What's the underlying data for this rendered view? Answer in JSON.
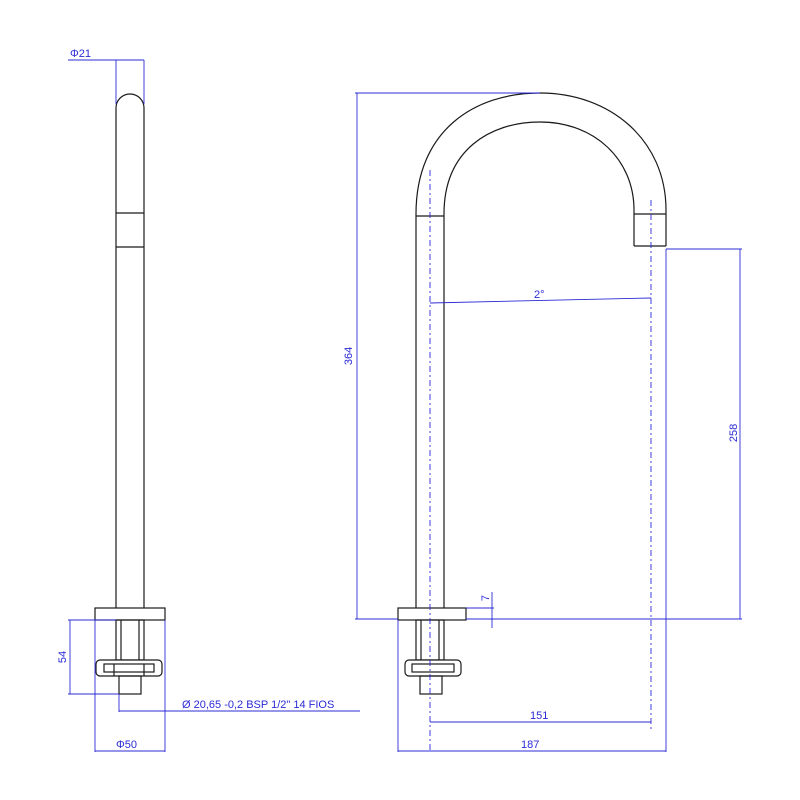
{
  "dimensions": {
    "side_diameter": "Φ21",
    "base_height": "54",
    "thread_spec": "Ø 20,65 -0,2 BSP 1/2\"  14 FIOS",
    "base_diameter": "Φ50",
    "total_height": "364",
    "spout_angle": "2°",
    "outlet_height": "258",
    "flange_thickness": "7",
    "reach": "151",
    "total_width": "187"
  },
  "colors": {
    "dimension_lines": "#2b2bd6",
    "outline": "#1a1a1a"
  }
}
